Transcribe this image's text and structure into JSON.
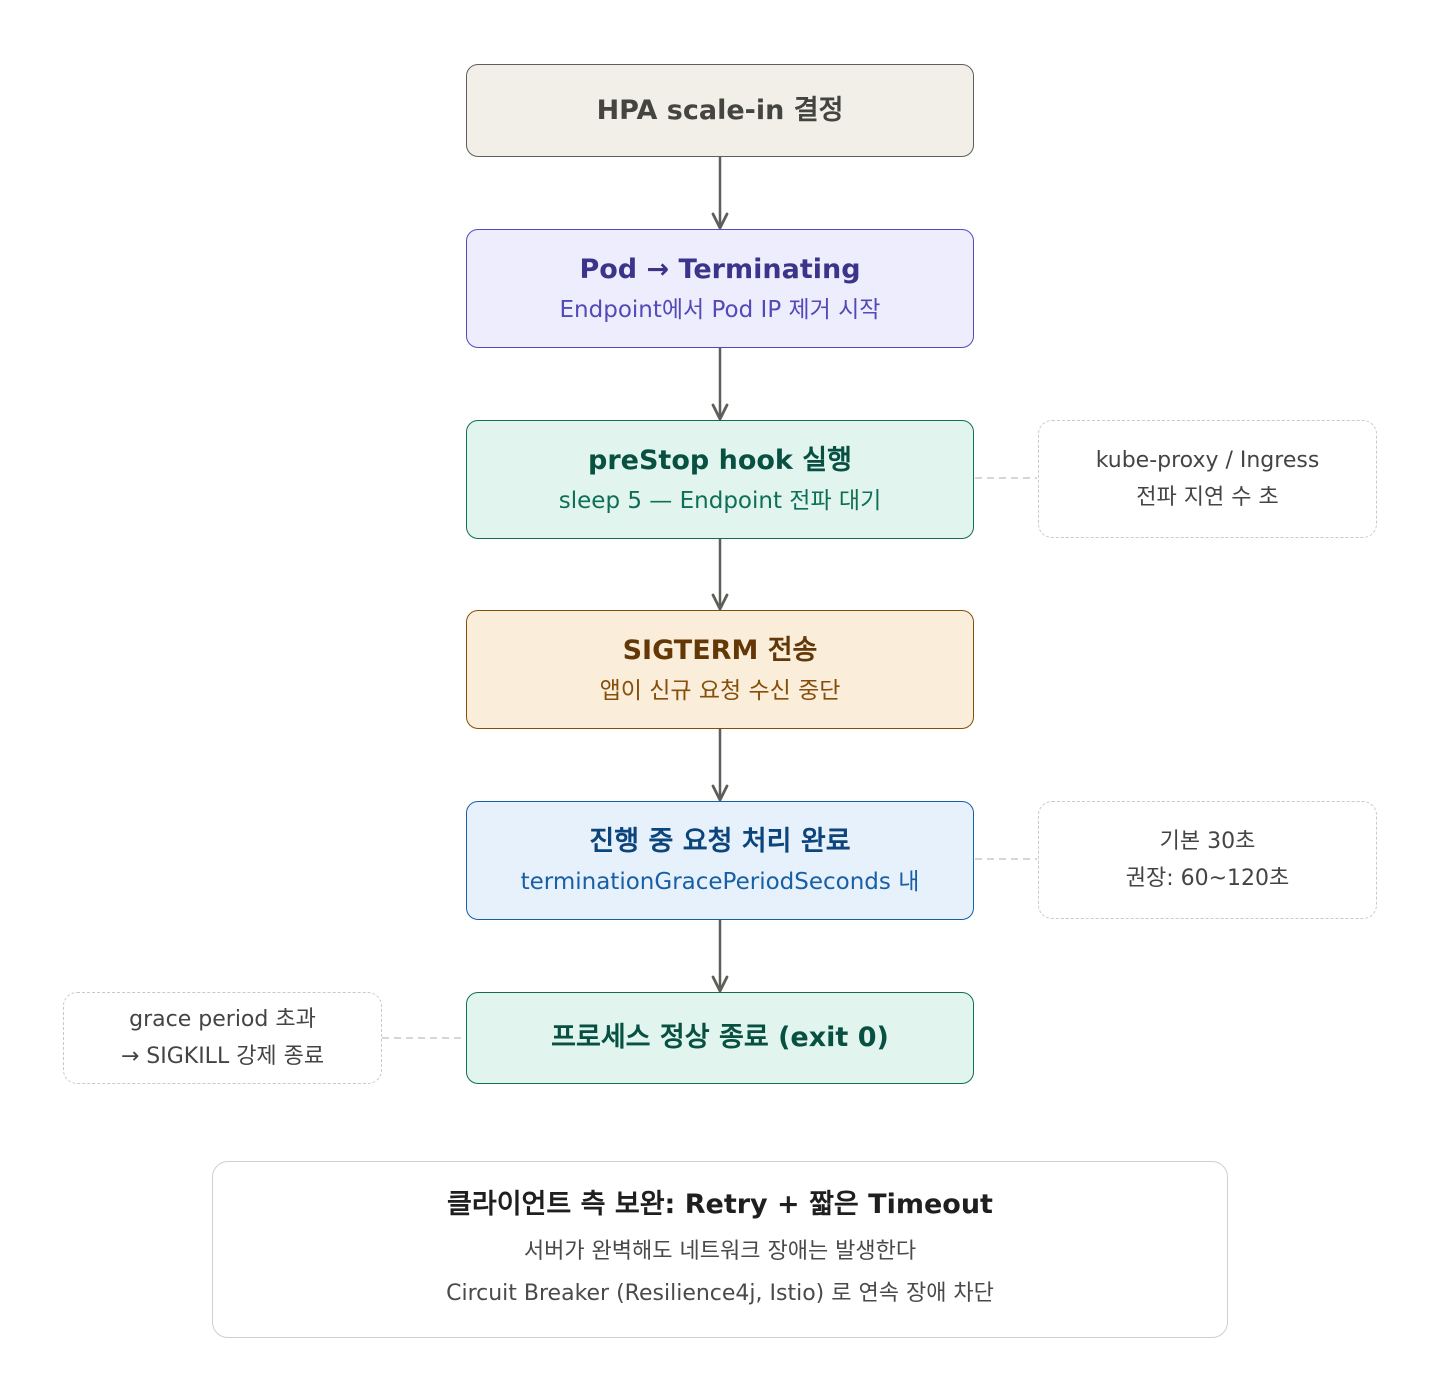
{
  "steps": [
    {
      "title": "HPA scale-in 결정",
      "sub": "",
      "fill": "#f1efe8",
      "border": "#5f5e5a",
      "text": "#444441",
      "subtext": "#444441"
    },
    {
      "title": "Pod → Terminating",
      "sub": "Endpoint에서 Pod IP 제거 시작",
      "fill": "#eeedfe",
      "border": "#534ab7",
      "text": "#3c3489",
      "subtext": "#534ab7"
    },
    {
      "title": "preStop hook 실행",
      "sub": "sleep 5 — Endpoint 전파 대기",
      "fill": "#e1f5ee",
      "border": "#0f6e56",
      "text": "#085041",
      "subtext": "#0f6e56"
    },
    {
      "title": "SIGTERM 전송",
      "sub": "앱이 신규 요청 수신 중단",
      "fill": "#faeeda",
      "border": "#854f0b",
      "text": "#633806",
      "subtext": "#854f0b"
    },
    {
      "title": "진행 중 요청 처리 완료",
      "sub": "terminationGracePeriodSeconds 내",
      "fill": "#e6f1fb",
      "border": "#185fa5",
      "text": "#0c447c",
      "subtext": "#185fa5"
    },
    {
      "title": "프로세스 정상 종료 (exit 0)",
      "sub": "",
      "fill": "#e1f5ee",
      "border": "#0f6e56",
      "text": "#085041",
      "subtext": "#0f6e56"
    }
  ],
  "notes": {
    "propagation": {
      "line1": "kube-proxy / Ingress",
      "line2": "전파 지연 수 초"
    },
    "grace": {
      "line1": "기본 30초",
      "line2": "권장: 60~120초"
    },
    "sigkill": {
      "line1": "grace period 초과",
      "line2": "→ SIGKILL 강제 종료"
    }
  },
  "summary": {
    "title": "클라이언트 측 보완: Retry + 짧은 Timeout",
    "line1": "서버가 완벽해도 네트워크 장애는 발생한다",
    "line2": "Circuit Breaker (Resilience4j, Istio) 로 연속 장애 차단"
  },
  "colors": {
    "arrow": "#5f5e5a",
    "dashed": "#c9c9c9"
  }
}
